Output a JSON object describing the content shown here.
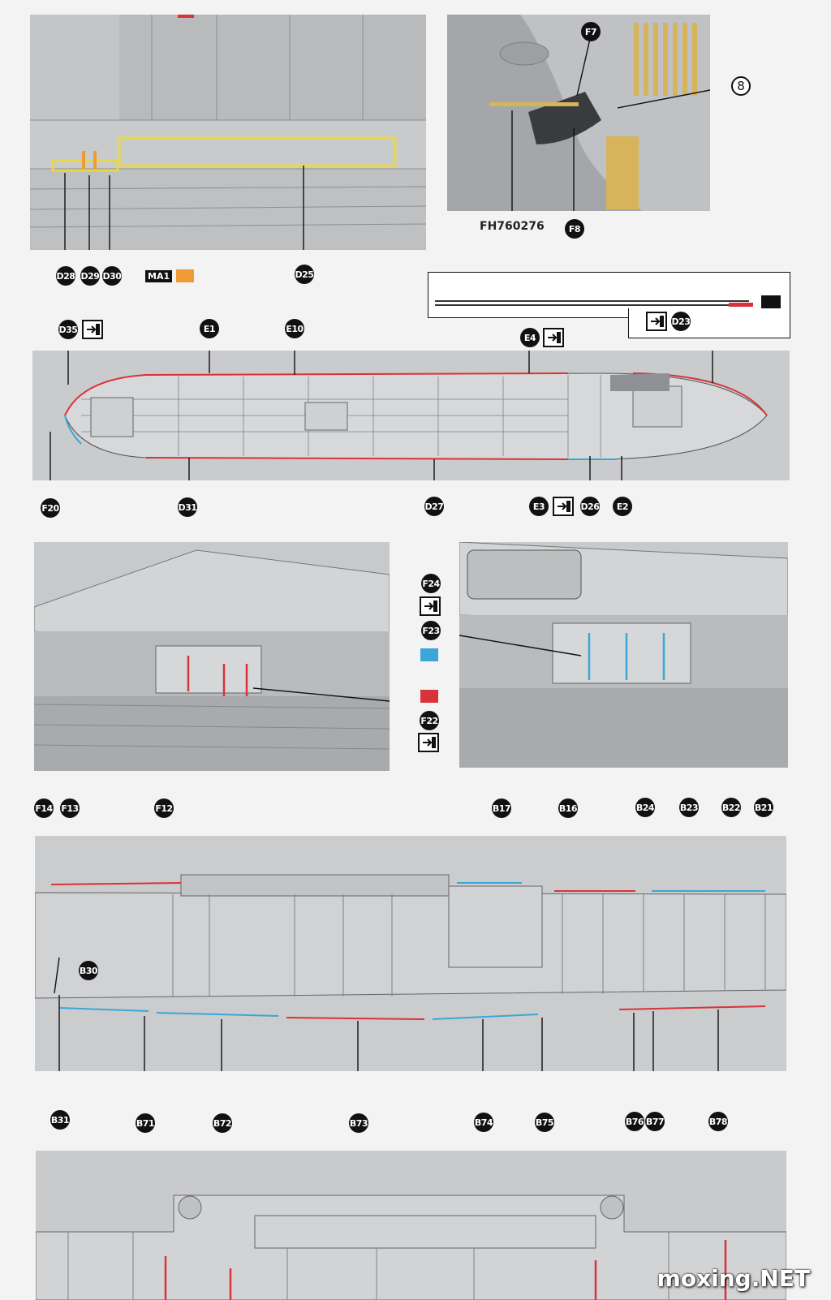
{
  "callouts": {
    "top_left": [
      "D28",
      "D29",
      "D30",
      "D25"
    ],
    "top_right": [
      "F7",
      "F8"
    ],
    "top_right_circle": "8",
    "top_right_part": "FH760276",
    "material": "MA1",
    "hull_top": [
      "D35",
      "E1",
      "E10",
      "E4",
      "D23"
    ],
    "hull_bottom": [
      "F20",
      "D31",
      "D27",
      "E3",
      "D26",
      "E2"
    ],
    "middle": [
      "F24",
      "F23",
      "F22"
    ],
    "deck_top": [
      "F14",
      "F13",
      "F12",
      "B17",
      "B16",
      "B24",
      "B23",
      "B22",
      "B21"
    ],
    "deck_mid": "B30",
    "deck_bottom": [
      "B31",
      "B71",
      "B72",
      "B73",
      "B74",
      "B75",
      "B76",
      "B77",
      "B78"
    ]
  },
  "colors": {
    "material_orange": "#ee9a35",
    "rail_red": "#d9333a",
    "rail_blue": "#3aa7d8",
    "brass": "#d7b45a"
  },
  "watermark": "moxing.NET"
}
